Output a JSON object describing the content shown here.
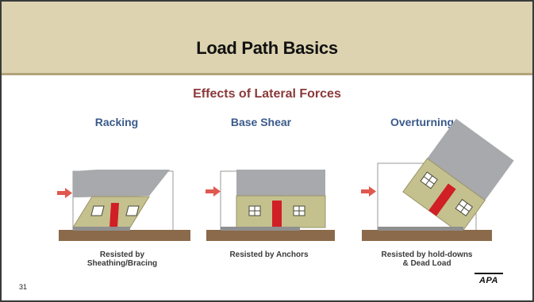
{
  "slide": {
    "title": "Load Path Basics",
    "subtitle": "Effects of Lateral Forces",
    "page_number": "31",
    "logo_text": "APA"
  },
  "panels": [
    {
      "title": "Racking",
      "caption_line1": "Resisted by",
      "caption_line2": "Sheathing/Bracing"
    },
    {
      "title": "Base Shear",
      "caption_line1": "Resisted by Anchors",
      "caption_line2": ""
    },
    {
      "title": "Overturning",
      "caption_line1": "Resisted by hold-downs",
      "caption_line2": "& Dead Load"
    }
  ],
  "colors": {
    "header_band": "#ddd3b0",
    "subtitle": "#8b3a3a",
    "panel_title": "#3a5a8a",
    "force_arrow": "#e0584f",
    "house_wall": "#c4c18f",
    "roof": "#a7a9ac",
    "door": "#d01f25",
    "ground": "#8a6a4a"
  },
  "icons": [
    "force-arrow-icon",
    "house-icon",
    "window-icon",
    "door-icon",
    "apa-logo"
  ]
}
